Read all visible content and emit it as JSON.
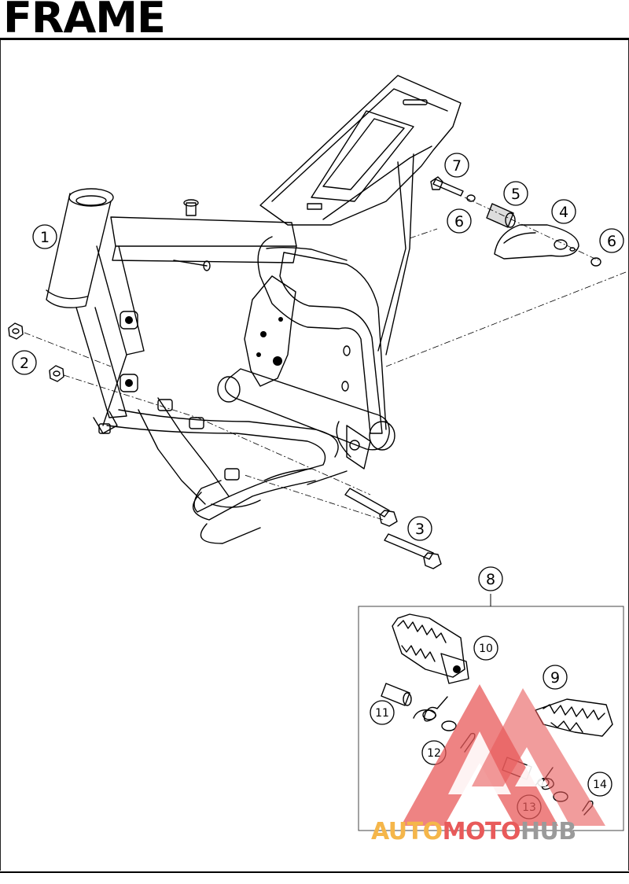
{
  "title": "FRAME",
  "callouts": {
    "c1": "1",
    "c2": "2",
    "c3": "3",
    "c4": "4",
    "c5": "5",
    "c6a": "6",
    "c6b": "6",
    "c7": "7",
    "c8": "8",
    "c9": "9",
    "c10": "10",
    "c11": "11",
    "c12": "12",
    "c13": "13",
    "c14": "14"
  },
  "watermark": {
    "part1": "AUTO",
    "part2": "MOTO",
    "part3": "HUB",
    "colors": {
      "auto": "#f5b64a",
      "moto": "#e85a5a",
      "hub": "#9a9a9a"
    }
  }
}
